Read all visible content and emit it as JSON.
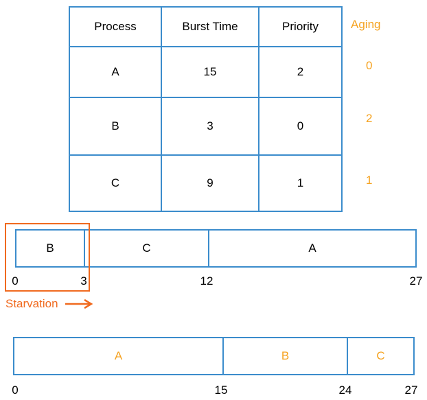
{
  "process_table": {
    "headers": [
      "Process",
      "Burst Time",
      "Priority"
    ],
    "rows": [
      {
        "process": "A",
        "burst": "15",
        "priority": "2"
      },
      {
        "process": "B",
        "burst": "3",
        "priority": "0"
      },
      {
        "process": "C",
        "burst": "9",
        "priority": "1"
      }
    ]
  },
  "aging": {
    "header": "Aging",
    "values": [
      "0",
      "2",
      "1"
    ]
  },
  "gantt_priority": {
    "segments": [
      {
        "label": "B",
        "start": 0,
        "end": 3
      },
      {
        "label": "C",
        "start": 3,
        "end": 12
      },
      {
        "label": "A",
        "start": 12,
        "end": 27
      }
    ],
    "ticks": [
      "0",
      "3",
      "12",
      "27"
    ]
  },
  "starvation": {
    "label": "Starvation",
    "arrow_icon": "arrow-right-icon",
    "color": "#f06a1f"
  },
  "gantt_aging": {
    "segments": [
      {
        "label": "A",
        "start": 0,
        "end": 15
      },
      {
        "label": "B",
        "start": 15,
        "end": 24
      },
      {
        "label": "C",
        "start": 24,
        "end": 27
      }
    ],
    "ticks": [
      "0",
      "15",
      "24",
      "27"
    ]
  },
  "colors": {
    "border": "#3b8ccc",
    "aging": "#f5a21f",
    "starvation": "#f06a1f"
  }
}
